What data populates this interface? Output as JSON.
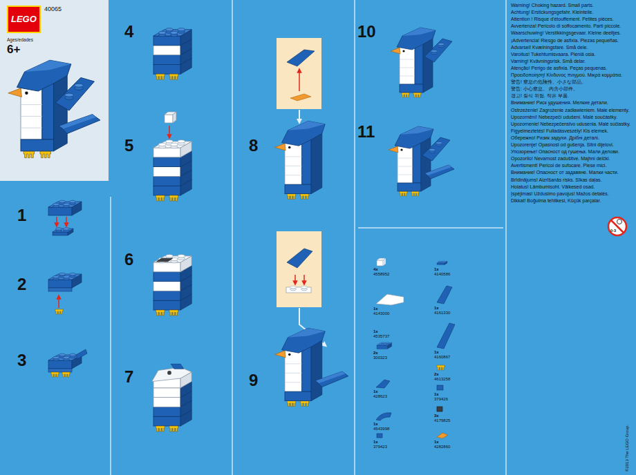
{
  "diagram": {
    "nodes": [
      {
        "text": [
          "LEGO"
        ]
      }
    ],
    "labels": [
      "40065",
      "Ages/edades",
      "6+",
      "1",
      "2",
      "3",
      "4",
      "5",
      "6",
      "7",
      "8",
      "9",
      "10",
      "11",
      "4x",
      "4558952",
      "1x",
      "4143000",
      "1x",
      "4535737",
      "2x",
      "300323",
      "1x",
      "428623",
      "1x",
      "4543998",
      "1x",
      "379423",
      "1x",
      "4140586",
      "1x",
      "4161330",
      "1x",
      "4160867",
      "2x",
      "4613258",
      "1x",
      "379426",
      "3x",
      "4179825",
      "1x",
      "4282860",
      "Warning! Choking hazard. Small parts.",
      "Achtung! Erstickungsgefahr. Kleinteile.",
      "Attention ! Risque d'étouffement. Petites pièces.",
      "Avvertenza! Pericolo di soffocamento. Parti piccole.",
      "Waarschuwing! Verstikkingsgevaar. Kleine deeltjes.",
      "¡Advertencia! Riesgo de asfixia. Piezas pequeñas.",
      "Advarsel! Kvælningsfare. Små dele.",
      "Varoitus! Tukehtumisvaara. Pieniä osia.",
      "Varning! Kvävningsrisk. Små delar.",
      "Atenção! Perigo de asfixia. Peças pequenas.",
      "Προειδοποίηση! Κίνδυνος πνιγμού. Μικρά κομμάτια.",
      "警告! 窒息の危険性、小さな部品。",
      "警告: 小心窒息。 內含小部件。",
      "경고! 질식 위험. 작은 부품.",
      "Внимание! Риск удушения. Мелкие детали.",
      "Ostrzeżenie! Zagrożenie zadławieniem. Małe elementy.",
      "Upozornění! Nebezpečí udušení. Malé součástky.",
      "Upozornenie! Nebezpečenstvo udusenia. Malé súčiastky.",
      "Figyelmeztetés! Fulladásveszély! Kis elemek.",
      "Обережно! Ризик задухи. Дрібні деталі.",
      "Upozorenje! Opasnost od gušenja. Sitni dijelovi.",
      "Упозорење! Опасност од гушења. Мали делови.",
      "Opozorilo! Nevarnost zadušitve. Majhni delčki.",
      "Avertisment! Pericol de sufocare. Piese mici.",
      "Внимание! Опасност от задавяне. Малки части.",
      "Brīdinājums! Aizrīšanās risks. Sīkas daļas.",
      "Hoiatus! Lämbumisoht. Väikesed osad.",
      "Įspėjimas! Uždusimo pavojus! Mažos detalės.",
      "Dikkat! Boğulma tehlikesi, Küçük parçalar.",
      "0-3",
      "©2013 The LEGO Group."
    ]
  }
}
